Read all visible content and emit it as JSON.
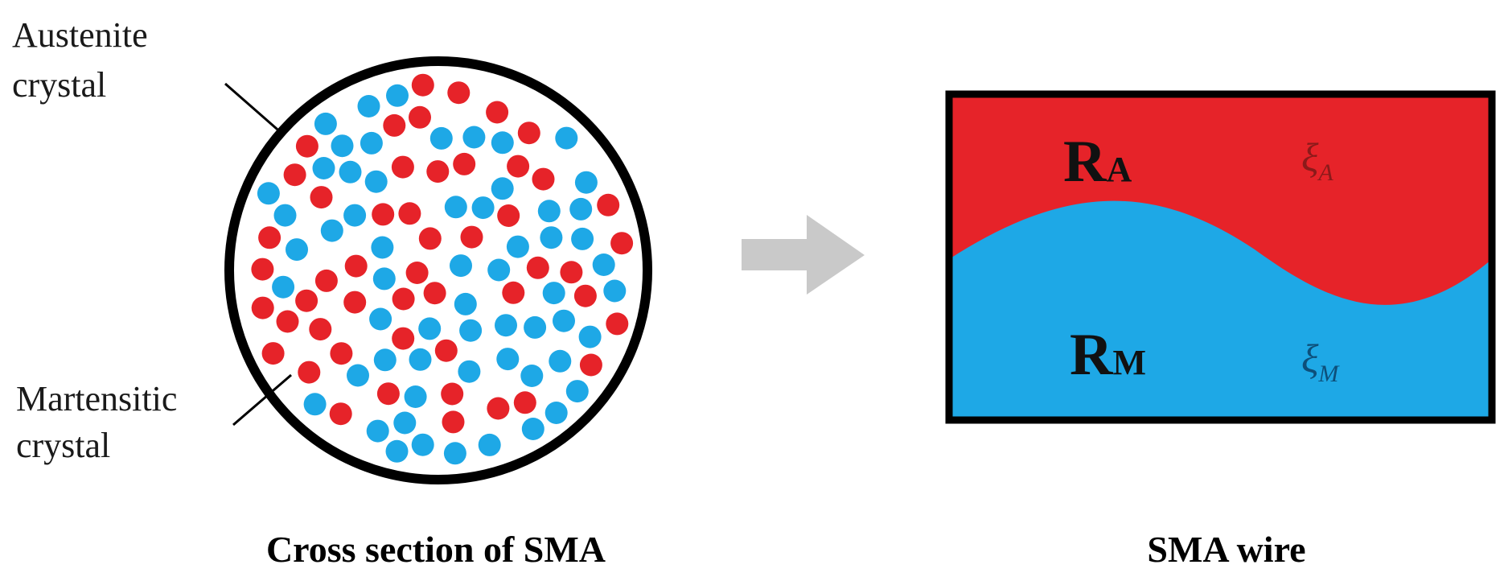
{
  "labels": {
    "austenite_line1": "Austenite",
    "austenite_line2": "crystal",
    "martensitic_line1": "Martensitic",
    "martensitic_line2": "crystal"
  },
  "captions": {
    "left": "Cross section of SMA",
    "right": "SMA wire"
  },
  "wire": {
    "austenite_R": "R",
    "austenite_R_sub": "A",
    "austenite_xi": "ξ",
    "austenite_xi_sub": "A",
    "martensite_R": "R",
    "martensite_R_sub": "M",
    "martensite_xi": "ξ",
    "martensite_xi_sub": "M"
  },
  "colors": {
    "austenite": "#e62329",
    "martensite": "#1ea8e6",
    "arrow": "#c9c9c9",
    "outline": "#000000"
  }
}
